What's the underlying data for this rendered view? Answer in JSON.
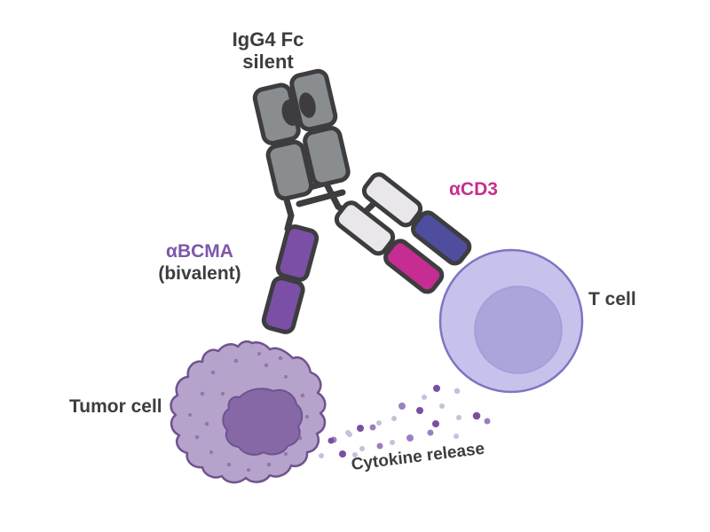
{
  "labels": {
    "fc": {
      "line1": "IgG4 Fc",
      "line2": "silent"
    },
    "cd3": "αCD3",
    "bcma": {
      "line1": "αBCMA",
      "line2": "(bivalent)"
    },
    "t_cell": "T cell",
    "tumor_cell": "Tumor cell",
    "cytokine": "Cytokine release"
  },
  "colors": {
    "text_dark": "#3d3d3d",
    "cd3_label": "#c5308f",
    "bcma_label": "#7e57ab",
    "outline_dark": "#3d3d3f",
    "fc_gray": "#8a8d90",
    "fab_white": "#e9e7e9",
    "fab_indigo": "#4f4d9d",
    "fab_magenta": "#c52d92",
    "bcma_purple": "#7b4fa6",
    "tcell_fill": "#c6c2ec",
    "tcell_nucleus": "#aba5dc",
    "tcell_border": "#7d76c1",
    "tumor_fill": "#b5a3cb",
    "tumor_nucleus": "#8768a6",
    "tumor_border": "#6f538f",
    "speckle": "#87689f",
    "dot_dark": "#7a4fa0",
    "dot_medium": "#9b7fc2",
    "dot_light": "#c6c0da"
  }
}
